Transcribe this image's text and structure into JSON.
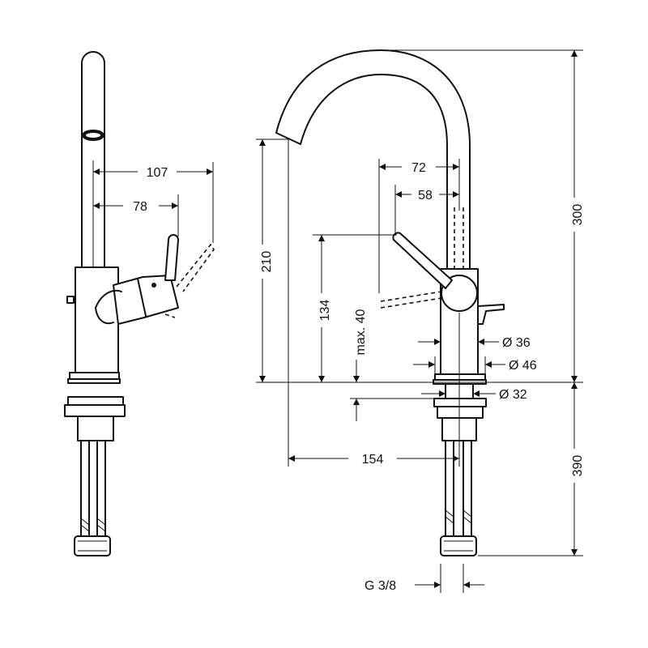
{
  "drawing": {
    "dimensions": {
      "side_reach": "107",
      "side_lever": "78",
      "spout_height": "210",
      "lever_height": "134",
      "max_deck": "max. 40",
      "total_height": "300",
      "lower_length": "390",
      "spout_reach": "154",
      "lever_reach": "72",
      "lever_offset": "58",
      "dia_body": "Ø 36",
      "dia_base": "Ø 46",
      "dia_hole": "Ø 32",
      "thread": "G 3/8"
    },
    "views": [
      "side-view",
      "front-view"
    ]
  }
}
